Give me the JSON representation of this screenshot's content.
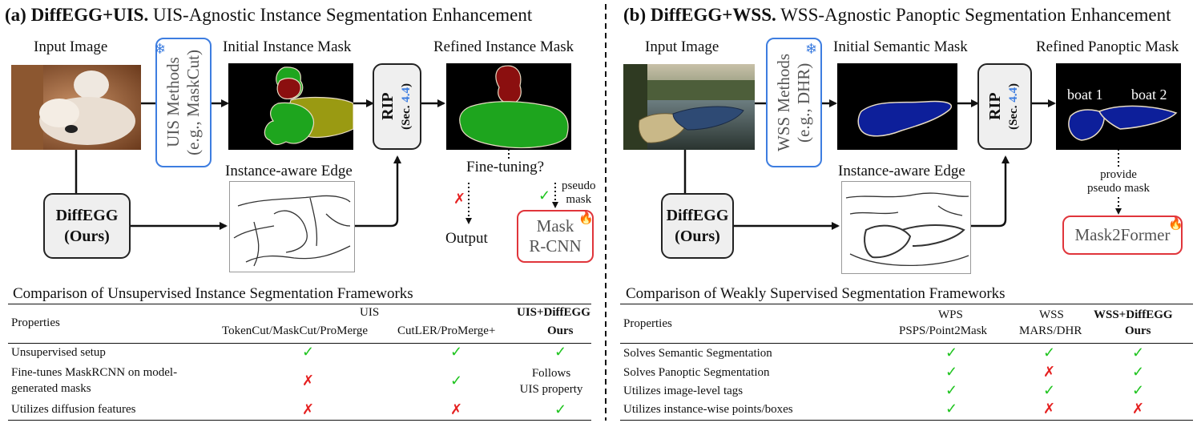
{
  "left": {
    "title_bold": "(a) DiffEGG+UIS.",
    "title_rest": " UIS-Agnostic Instance Segmentation Enhancement",
    "input_label": "Input Image",
    "uis_methods_line1": "UIS Methods",
    "uis_methods_line2": "(e.g., MaskCut)",
    "initial_mask_label": "Initial Instance Mask",
    "rip_label": "RIP",
    "rip_sec_prefix": "(Sec. ",
    "rip_sec_num": "4.4",
    "rip_sec_suffix": ")",
    "refined_label": "Refined Instance Mask",
    "edge_label": "Instance-aware Edge",
    "diffegg_line1": "DiffEGG",
    "diffegg_line2": "(Ours)",
    "finetune_label": "Fine-tuning?",
    "cross": "✗",
    "check": "✓",
    "pseudo_line1": "pseudo",
    "pseudo_line2": "mask",
    "output_label": "Output",
    "maskrcnn_line1": "Mask",
    "maskrcnn_line2": "R-CNN",
    "table_title": "Comparison of Unsupervised Instance Segmentation Frameworks",
    "table": {
      "group_header": "UIS",
      "ours_header": "UIS+DiffEGG",
      "col_properties": "Properties",
      "col1": "TokenCut/MaskCut/ProMerge",
      "col2": "CutLER/ProMerge+",
      "col3": "Ours",
      "row1_label": "Unsupervised setup",
      "row2_label_line1": "Fine-tunes MaskRCNN on model-",
      "row2_label_line2": "generated masks",
      "row2_ours_line1": "Follows",
      "row2_ours_line2": "UIS property",
      "row3_label": "Utilizes diffusion features"
    }
  },
  "right": {
    "title_bold": "(b) DiffEGG+WSS.",
    "title_rest": " WSS-Agnostic Panoptic Segmentation Enhancement",
    "input_label": "Input Image",
    "wss_methods_line1": "WSS Methods",
    "wss_methods_line2": "(e.g., DHR)",
    "initial_mask_label": "Initial Semantic Mask",
    "rip_label": "RIP",
    "rip_sec_prefix": "(Sec. ",
    "rip_sec_num": "4.4",
    "rip_sec_suffix": ")",
    "refined_label": "Refined Panoptic Mask",
    "boat1": "boat 1",
    "boat2": "boat 2",
    "edge_label": "Instance-aware Edge",
    "diffegg_line1": "DiffEGG",
    "diffegg_line2": "(Ours)",
    "provide_line1": "provide",
    "provide_line2": "pseudo mask",
    "mask2former": "Mask2Former",
    "table_title": "Comparison of Weakly Supervised Segmentation Frameworks",
    "table": {
      "col_properties": "Properties",
      "wps_header": "WPS",
      "wss_header": "WSS",
      "ours_header": "WSS+DiffEGG",
      "col1": "PSPS/Point2Mask",
      "col2": "MARS/DHR",
      "col3": "Ours",
      "row1_label": "Solves Semantic Segmentation",
      "row2_label": "Solves Panoptic Segmentation",
      "row3_label": "Utilizes image-level tags",
      "row4_label": "Utilizes instance-wise points/boxes"
    }
  },
  "symbols": {
    "check": "✓",
    "cross": "✗",
    "snowflake": "❄",
    "fire": "🔥"
  },
  "colors": {
    "accent_blue": "#3d7de0",
    "accent_red": "#e0353b",
    "check_green": "#1fc41f",
    "cross_red": "#e52020",
    "mask_green": "#1ea51e",
    "mask_olive": "#9a9a12",
    "mask_dark_red": "#8b0f0f",
    "mask_navy": "#0d1f9a"
  }
}
